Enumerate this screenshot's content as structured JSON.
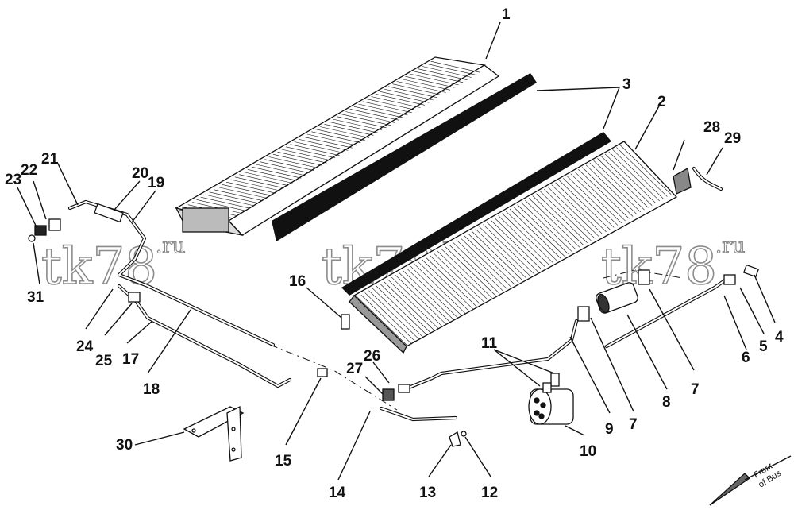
{
  "diagram": {
    "callouts": [
      {
        "id": "c1",
        "label": "1"
      },
      {
        "id": "c2",
        "label": "2"
      },
      {
        "id": "c3",
        "label": "3"
      },
      {
        "id": "c4",
        "label": "4"
      },
      {
        "id": "c5",
        "label": "5"
      },
      {
        "id": "c6",
        "label": "6"
      },
      {
        "id": "c7a",
        "label": "7"
      },
      {
        "id": "c7b",
        "label": "7"
      },
      {
        "id": "c8",
        "label": "8"
      },
      {
        "id": "c9",
        "label": "9"
      },
      {
        "id": "c10",
        "label": "10"
      },
      {
        "id": "c11",
        "label": "11"
      },
      {
        "id": "c12",
        "label": "12"
      },
      {
        "id": "c13",
        "label": "13"
      },
      {
        "id": "c14",
        "label": "14"
      },
      {
        "id": "c15",
        "label": "15"
      },
      {
        "id": "c16",
        "label": "16"
      },
      {
        "id": "c17",
        "label": "17"
      },
      {
        "id": "c18",
        "label": "18"
      },
      {
        "id": "c19",
        "label": "19"
      },
      {
        "id": "c20",
        "label": "20"
      },
      {
        "id": "c21",
        "label": "21"
      },
      {
        "id": "c22",
        "label": "22"
      },
      {
        "id": "c23",
        "label": "23"
      },
      {
        "id": "c24",
        "label": "24"
      },
      {
        "id": "c25",
        "label": "25"
      },
      {
        "id": "c26",
        "label": "26"
      },
      {
        "id": "c27",
        "label": "27"
      },
      {
        "id": "c28",
        "label": "28"
      },
      {
        "id": "c29",
        "label": "29"
      },
      {
        "id": "c30",
        "label": "30"
      },
      {
        "id": "c31",
        "label": "31"
      }
    ],
    "direction_indicator": {
      "line1": "Front",
      "line2": "of Bus"
    },
    "watermark": {
      "text": "tk78",
      "suffix": ".ru"
    }
  }
}
